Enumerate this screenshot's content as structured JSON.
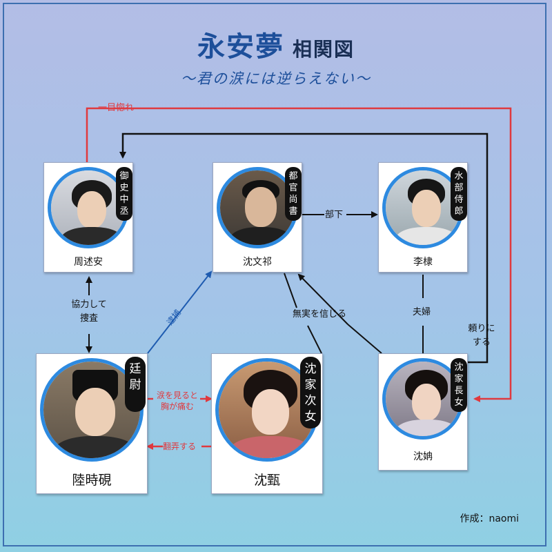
{
  "title": {
    "main": "永安夢",
    "sub": "相関図",
    "subtitle": "〜君の涙には逆らえない〜"
  },
  "characters": {
    "zhou": {
      "name": "周述安",
      "role": [
        "御",
        "史",
        "中",
        "丞"
      ]
    },
    "shen_wenqi": {
      "name": "沈文祁",
      "role": [
        "都",
        "官",
        "尚",
        "書"
      ]
    },
    "li_di": {
      "name": "李棣",
      "role": [
        "水",
        "部",
        "侍",
        "郎"
      ]
    },
    "lu": {
      "name": "陸時硯",
      "role": [
        "廷",
        "尉"
      ]
    },
    "shen_zhen": {
      "name": "沈甄",
      "role": [
        "沈",
        "家",
        "次",
        "女"
      ]
    },
    "shen_yu": {
      "name": "沈姌",
      "role": [
        "沈",
        "家",
        "長",
        "女"
      ]
    }
  },
  "relations": {
    "love_at_first_sight": "一目惚れ",
    "subordinate": "部下",
    "cooperate": [
      "協力して",
      "捜査"
    ],
    "arrest": "逮捕",
    "believe_innocence": "無実を信じる",
    "couple": "夫婦",
    "rely_on": [
      "頼りに",
      "する"
    ],
    "heartache": [
      "涙を見ると",
      "胸が痛む"
    ],
    "toy_with": "翻弄する"
  },
  "colors": {
    "red": "#e0393e",
    "blue": "#1e5bb0",
    "black": "#111111",
    "frame": "#2d8ae0"
  },
  "credit": "作成：naomi"
}
